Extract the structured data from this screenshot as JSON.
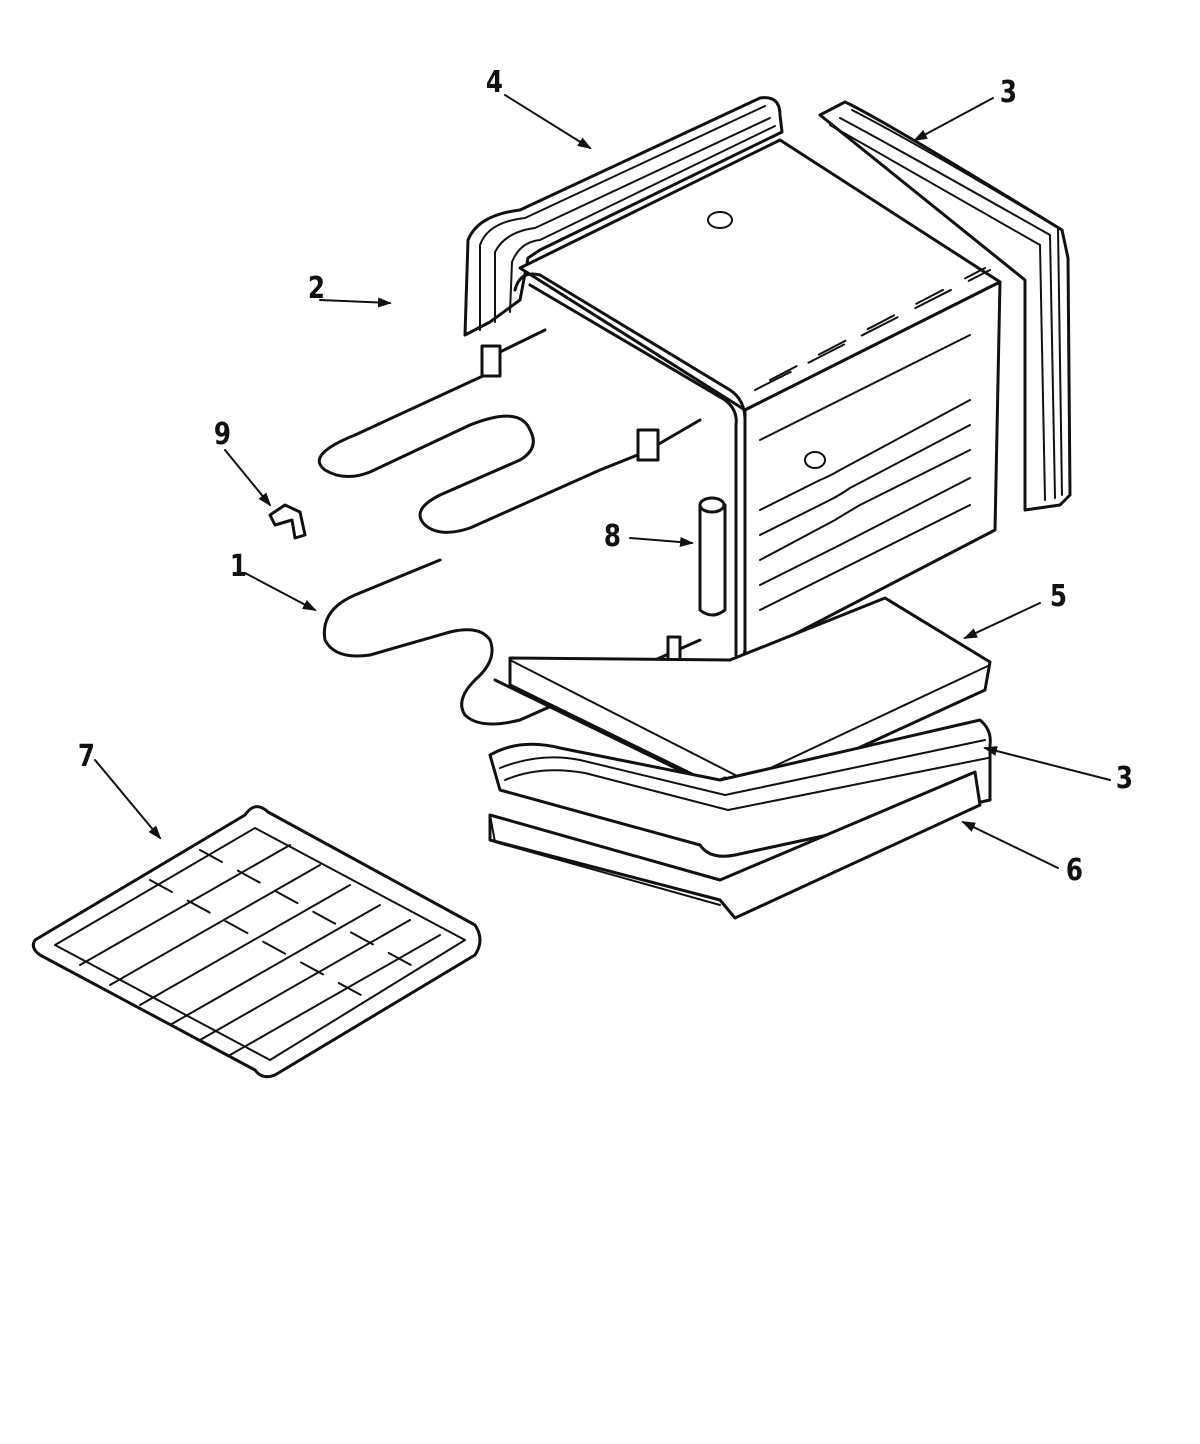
{
  "colors": {
    "line": "#111111",
    "background": "#ffffff"
  },
  "callouts": [
    {
      "id": "1",
      "text": "1"
    },
    {
      "id": "2",
      "text": "2"
    },
    {
      "id": "3a",
      "text": "3"
    },
    {
      "id": "3b",
      "text": "3"
    },
    {
      "id": "4",
      "text": "4"
    },
    {
      "id": "5",
      "text": "5"
    },
    {
      "id": "6",
      "text": "6"
    },
    {
      "id": "7",
      "text": "7"
    },
    {
      "id": "8",
      "text": "8"
    },
    {
      "id": "9",
      "text": "9"
    }
  ]
}
